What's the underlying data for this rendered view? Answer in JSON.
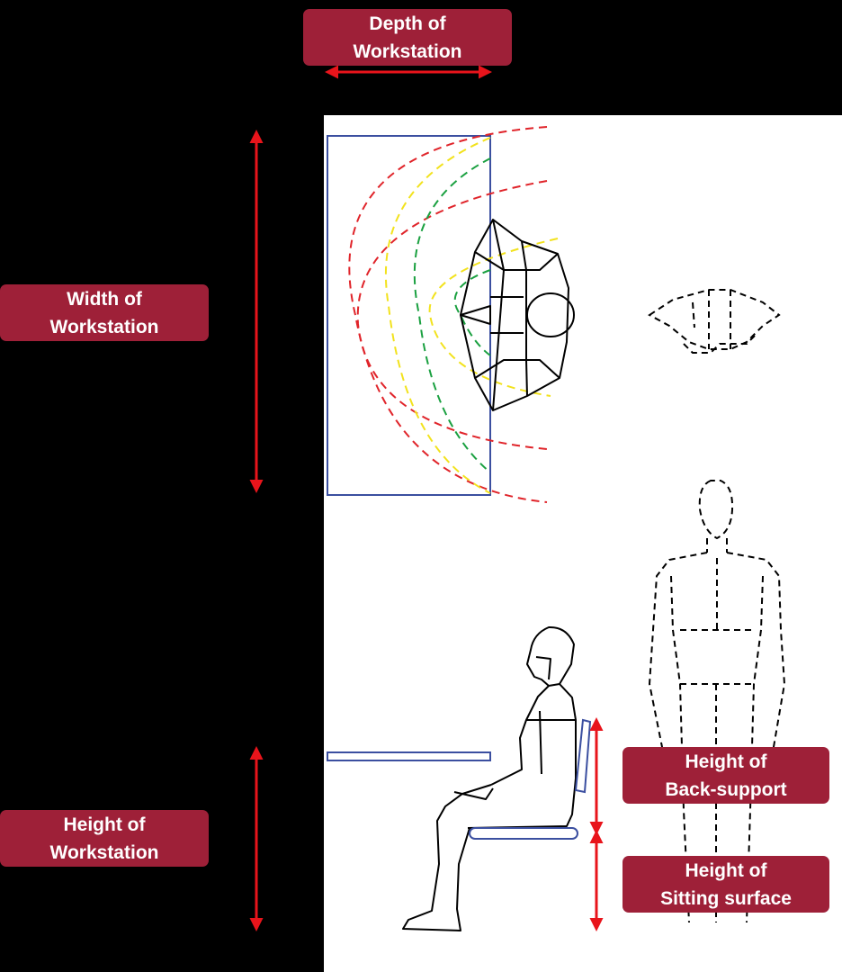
{
  "labels": {
    "depth": [
      "Depth of",
      "Workstation"
    ],
    "width": [
      "Width of",
      "Workstation"
    ],
    "height_workstation": [
      "Height of",
      "Workstation"
    ],
    "height_back_support": [
      "Height of",
      "Back-support"
    ],
    "height_sitting_surface": [
      "Height of",
      "Sitting surface"
    ]
  },
  "colors": {
    "background": "#000000",
    "panel": "#ffffff",
    "label_fill": "#9e2038",
    "label_text": "#ffffff",
    "arrow": "#e8141b",
    "workstation_outline": "#3b4fa0",
    "reach_outer": "#e0242a",
    "reach_middle": "#f2e21d",
    "reach_inner": "#1aa040",
    "figure_stroke": "#000000"
  }
}
